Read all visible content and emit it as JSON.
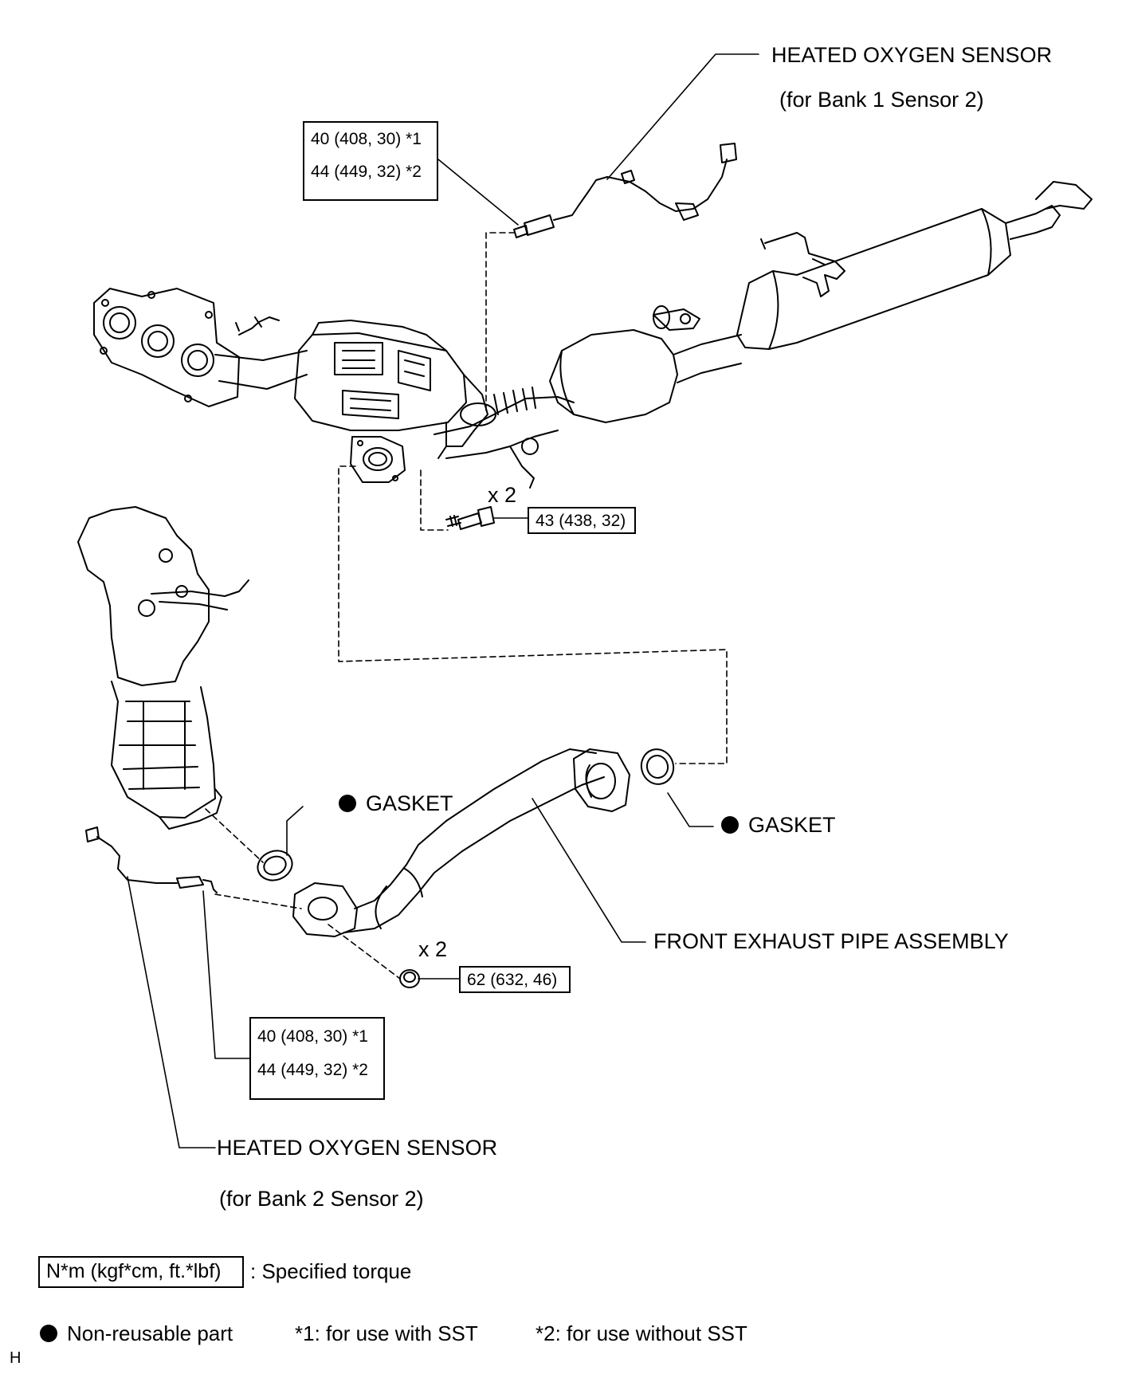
{
  "callouts": {
    "sensor_b1": {
      "title": "HEATED OXYGEN SENSOR",
      "subtitle": "(for Bank 1 Sensor 2)"
    },
    "sensor_b2": {
      "title": "HEATED OXYGEN SENSOR",
      "subtitle": "(for Bank 2 Sensor 2)"
    },
    "gasket_left": "GASKET",
    "gasket_right": "GASKET",
    "front_pipe": "FRONT EXHAUST PIPE ASSEMBLY"
  },
  "torques": {
    "sensor_b1": {
      "line1": "40 (408, 30) *1",
      "line2": "44 (449, 32) *2"
    },
    "sensor_b2": {
      "line1": "40 (408, 30) *1",
      "line2": "44 (449, 32) *2"
    },
    "bolts": {
      "qty": "x 2",
      "value": "43 (438, 32)"
    },
    "nuts": {
      "qty": "x 2",
      "value": "62 (632, 46)"
    }
  },
  "legend": {
    "unit_box": "N*m (kgf*cm, ft.*lbf)",
    "unit_desc": ": Specified torque",
    "non_reusable": "Non-reusable part",
    "note1": "*1: for use with SST",
    "note2": "*2: for use without SST"
  },
  "corner_mark": "H"
}
